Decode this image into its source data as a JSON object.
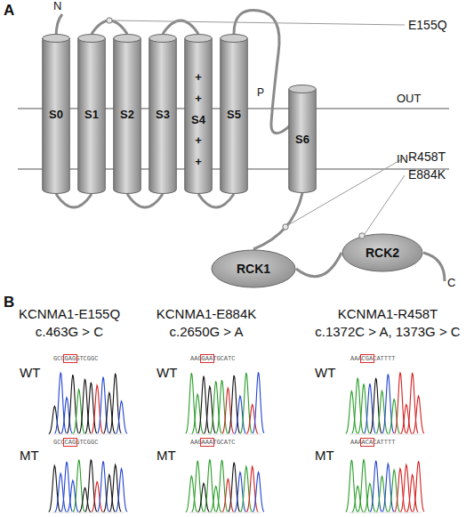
{
  "diagram": {
    "nodes": [
      {
        "text": [
          "S0"
        ]
      },
      {
        "text": [
          "S1"
        ]
      },
      {
        "text": [
          "S2"
        ]
      },
      {
        "text": [
          "S3"
        ]
      },
      {
        "text": [
          "+",
          "+",
          "S4",
          "+",
          "+"
        ]
      },
      {
        "text": [
          "S5"
        ]
      },
      {
        "text": [
          "S6"
        ]
      },
      {
        "text": [
          "RCK1"
        ]
      },
      {
        "text": [
          "RCK2"
        ]
      }
    ],
    "edges": [
      {
        "from": 0,
        "to": 1,
        "arrow": "none"
      },
      {
        "from": 1,
        "to": 2,
        "arrow": "none"
      },
      {
        "from": 2,
        "to": 3,
        "arrow": "none"
      },
      {
        "from": 3,
        "to": 4,
        "arrow": "none"
      },
      {
        "from": 4,
        "to": 5,
        "arrow": "none"
      },
      {
        "from": 5,
        "to": 6,
        "label": "P",
        "arrow": "none"
      },
      {
        "from": 6,
        "to": 7,
        "arrow": "none"
      },
      {
        "from": 7,
        "to": 8,
        "arrow": "none"
      }
    ],
    "labels": [
      "A",
      "N",
      "E155Q",
      "OUT",
      "IN",
      "R458T",
      "E884K",
      "C",
      "B",
      "KCNMA1-E155Q",
      "c.463G > C",
      "KCNMA1-E884K",
      "c.2650G > A",
      "KCNMA1-R458T",
      "c.1372C > A, 1373G > C",
      "WT",
      "GCCGAGGTCGGC",
      "MT",
      "GCCCAGGTCGGC",
      "WT",
      "AAGGAATGCATC",
      "MT",
      "AAGAAATGCATC",
      "WT",
      "AAACGACATTTT",
      "MT",
      "AAAACACATTTT"
    ]
  }
}
